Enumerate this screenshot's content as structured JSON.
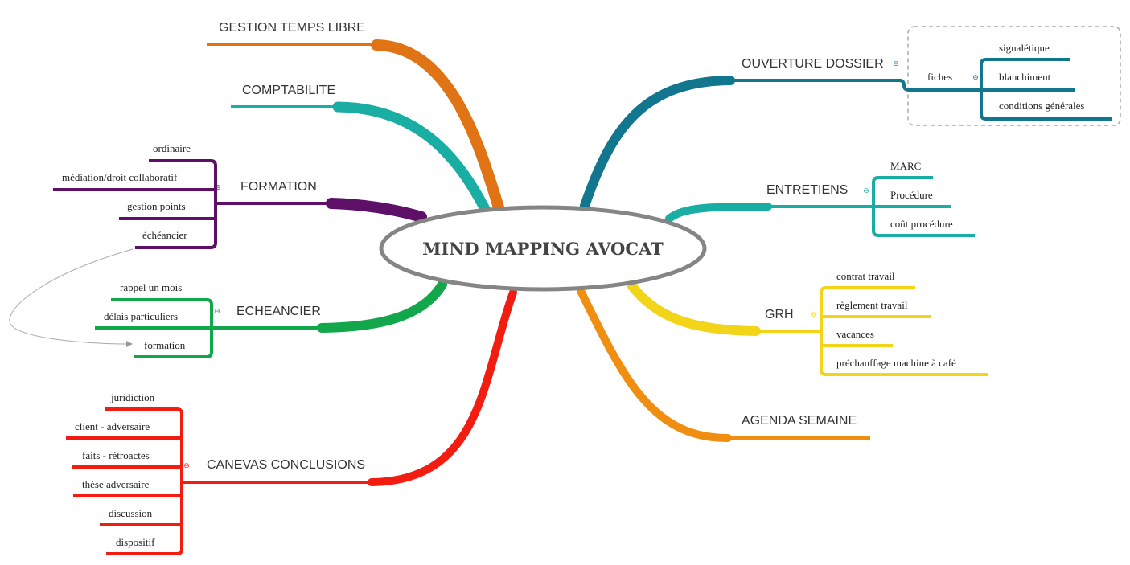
{
  "center": {
    "label": "MIND MAPPING AVOCAT"
  },
  "branches": [
    {
      "id": "gestion-temps-libre",
      "label": "GESTION TEMPS LIBRE",
      "color": "#e07415",
      "children": []
    },
    {
      "id": "comptabilite",
      "label": "COMPTABILITE",
      "color": "#1aada3",
      "children": []
    },
    {
      "id": "formation",
      "label": "FORMATION",
      "color": "#5e1068",
      "children": [
        "ordinaire",
        "médiation/droit collaboratif",
        "gestion points",
        "échéancier"
      ]
    },
    {
      "id": "echeancier",
      "label": "ECHEANCIER",
      "color": "#12a74a",
      "children": [
        "rappel un mois",
        "délais particuliers",
        "formation"
      ]
    },
    {
      "id": "canevas-conclusions",
      "label": "CANEVAS CONCLUSIONS",
      "color": "#f21d10",
      "children": [
        "juridiction",
        "client - adversaire",
        "faits - rétroactes",
        "thèse adversaire",
        "discussion",
        "dispositif"
      ]
    },
    {
      "id": "ouverture-dossier",
      "label": "OUVERTURE DOSSIER",
      "color": "#11768e",
      "children": [
        "fiches"
      ],
      "sub": {
        "label": "fiches",
        "children": [
          "signalétique",
          "blanchiment",
          "conditions générales"
        ]
      }
    },
    {
      "id": "entretiens",
      "label": "ENTRETIENS",
      "color": "#1aada3",
      "children": [
        "MARC",
        "Procédure",
        "coût procédure"
      ]
    },
    {
      "id": "grh",
      "label": "GRH",
      "color": "#f2d518",
      "children": [
        "contrat travail",
        "règlement travail",
        "vacances",
        "préchauffage machine à café"
      ]
    },
    {
      "id": "agenda-semaine",
      "label": "AGENDA SEMAINE",
      "color": "#ef8e10",
      "children": []
    }
  ],
  "collapse_symbol": "⊖"
}
